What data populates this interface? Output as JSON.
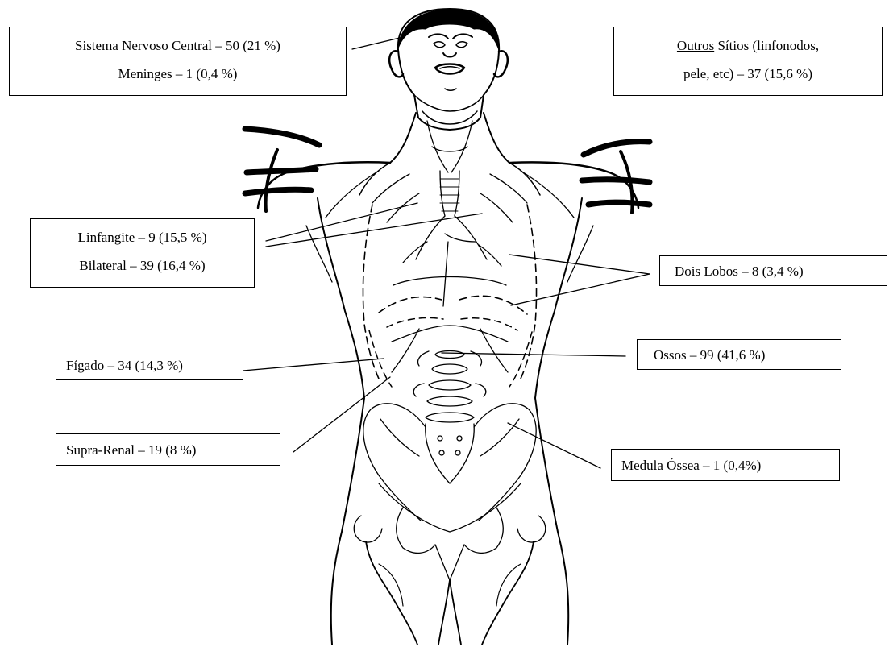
{
  "labels": {
    "snc_line1": "Sistema Nervoso Central – 50  (21 %)",
    "snc_line2": "Meninges – 1 (0,4 %)",
    "outros_underlined": "Outros",
    "outros_line1_rest": " Sítios (linfonodos,",
    "outros_line2": "pele, etc) – 37 (15,6 %)",
    "linf_line1": "Linfangite – 9  (15,5 %)",
    "linf_line2": "Bilateral – 39 (16,4 %)",
    "lobos": "Dois Lobos – 8  (3,4 %)",
    "ossos": "Ossos – 99  (41,6 %)",
    "figado": "Fígado – 34  (14,3 %)",
    "supra": "Supra-Renal – 19  (8 %)",
    "medula": "Medula Óssea – 1  (0,4%)"
  },
  "colors": {
    "ink": "#000000",
    "background": "#ffffff"
  }
}
